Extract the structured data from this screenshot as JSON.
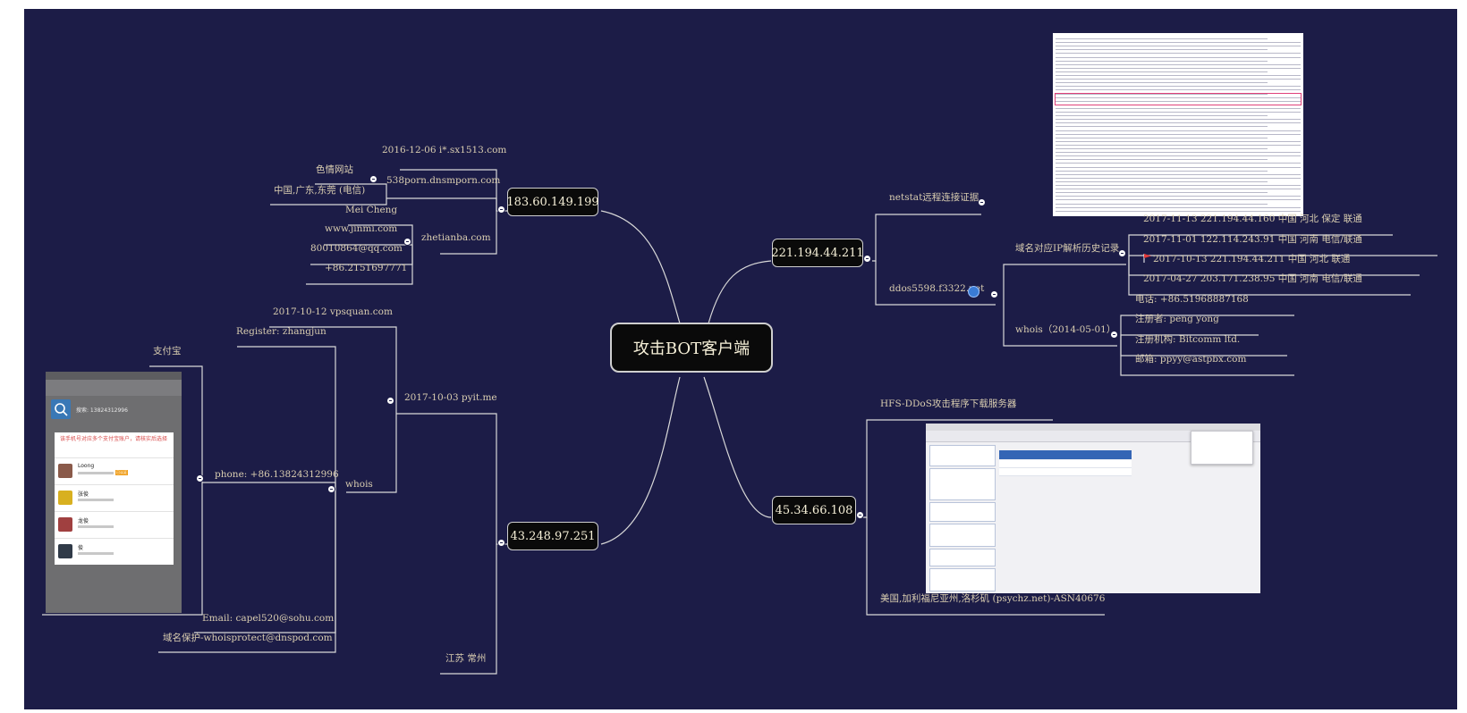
{
  "root": "攻击BOT客户端",
  "hubs": {
    "h1": "183.60.149.199",
    "h2": "43.248.97.251",
    "h3": "221.194.44.211",
    "h4": "45.34.66.108"
  },
  "h1_children": {
    "sx1513": "2016-12-06 i*.sx1513.com",
    "dnsmporn": "538porn.dnsmporn.com",
    "porn_site": "色情网站",
    "location": "中国,广东,东莞 (电信)",
    "zhetianba": "zhetianba.com",
    "mei_cheng": "Mei Cheng",
    "jinmi": "www.jinmi.com",
    "qq": "80010864@qq.com",
    "phone": "+86.2151697771"
  },
  "h2_children": {
    "vpsquan": "2017-10-12 vpsquan.com",
    "register": "Register: zhangjun",
    "pyit": "2017-10-03 pyit.me",
    "whois": "whois",
    "alipay": "支付宝",
    "phone": "phone: +86.13824312996",
    "email": "Email: capel520@sohu.com",
    "protect": "域名保护-whoisprotect@dnspod.com",
    "jiangsu": "江苏 常州"
  },
  "h3_children": {
    "netstat": "netstat远程连接证据",
    "ddos_domain": "ddos5598.f3322.net",
    "dns_history": "域名对应IP解析历史记录",
    "records": [
      "2017-11-13   221.194.44.160     中国   河北  保定  联通",
      "2017-11-01   122.114.243.91       中国        河南   电信/联通",
      "2017-10-13   221.194.44.211        中国        河北   联通",
      "2017-04-27  203.171.238.95     中国   河南   电信/联通"
    ],
    "whois_date": "whois（2014-05-01）",
    "whois_items": [
      "电话: +86.51968887168",
      "注册者: peng yong",
      "注册机构: Bitcomm ltd.",
      "邮箱: ppyy@astpbx.com"
    ]
  },
  "h4_children": {
    "hfs_title": "HFS-DDoS攻击程序下载服务器",
    "location": "美国,加利福尼亚州,洛杉矶 (psychz.net)-ASN40676"
  },
  "phone_screenshot": {
    "search_text": "搜索: 13824312996",
    "alert": "该手机号对应多个支付宝账户，请核实后选择",
    "accounts": [
      "Loong",
      "张俊",
      "龙俊",
      "俊"
    ],
    "badge": "已认证"
  },
  "colors": {
    "background": "#1c1c47",
    "label": "#d9cdb0",
    "line": "#d8d8d8",
    "node_fill": "#0a0a0a",
    "highlight": "#e0407a"
  }
}
